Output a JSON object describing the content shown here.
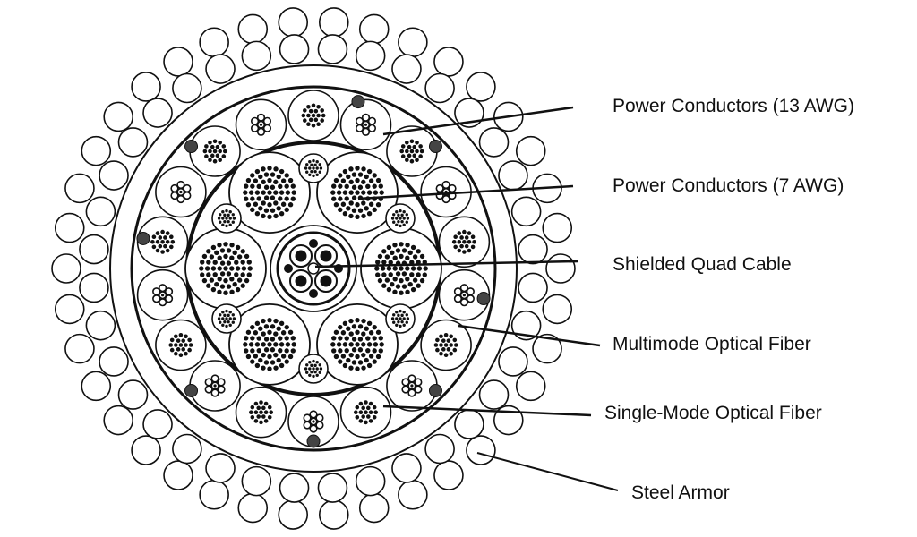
{
  "diagram": {
    "colors": {
      "ink": "#111111",
      "paper": "#ffffff"
    },
    "callouts": [
      {
        "id": "power-13awg",
        "label": "Power Conductors (13 AWG)"
      },
      {
        "id": "power-7awg",
        "label": "Power Conductors (7 AWG)"
      },
      {
        "id": "shielded-quad",
        "label": "Shielded Quad Cable"
      },
      {
        "id": "multimode-fiber",
        "label": "Multimode Optical Fiber"
      },
      {
        "id": "single-mode-fiber",
        "label": "Single-Mode Optical Fiber"
      },
      {
        "id": "steel-armor",
        "label": "Steel Armor"
      }
    ]
  }
}
